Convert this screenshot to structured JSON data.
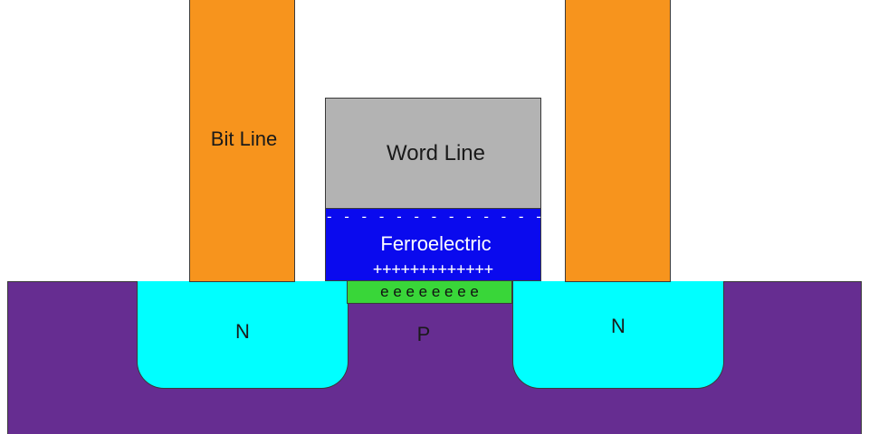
{
  "labels": {
    "bit_line": "Bit Line",
    "word_line": "Word Line",
    "ferroelectric": "Ferroelectric",
    "n_left": "N",
    "n_right": "N",
    "p": "P"
  },
  "charges": {
    "negative": "- - - - - - - - - - - - -",
    "positive": "+++++++++++++",
    "electrons": "e e e e e e e e"
  },
  "colors": {
    "bit_line": "#f7941d",
    "word_line": "#b3b3b3",
    "ferroelectric": "#0a0aee",
    "n_region": "#00ffff",
    "p_substrate": "#662d91",
    "channel": "#39d639"
  }
}
